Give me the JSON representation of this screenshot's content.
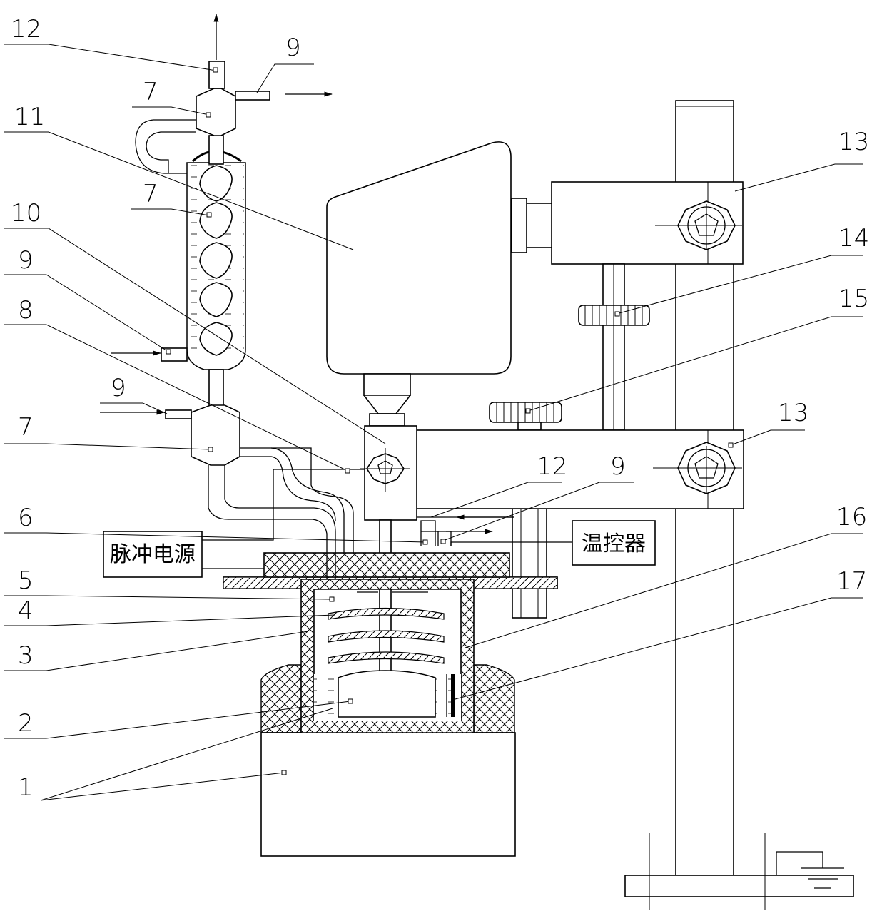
{
  "labels": {
    "n12_top": "12",
    "n9_top": "9",
    "n7_top": "7",
    "n11": "11",
    "n7_mid": "7",
    "n10": "10",
    "n9_mid": "9",
    "n8": "8",
    "n9_low": "9",
    "n7_low": "7",
    "n6": "6",
    "n5": "5",
    "n4": "4",
    "n3": "3",
    "n2": "2",
    "n1": "1",
    "n13_top": "13",
    "n14": "14",
    "n15": "15",
    "n13_low": "13",
    "n12_right": "12",
    "n9_right": "9",
    "n16": "16",
    "n17": "17"
  },
  "boxes": {
    "pulse_power": "脉冲电源",
    "temp_controller": "温控器"
  },
  "colors": {
    "line": "#000000",
    "background": "#ffffff"
  }
}
